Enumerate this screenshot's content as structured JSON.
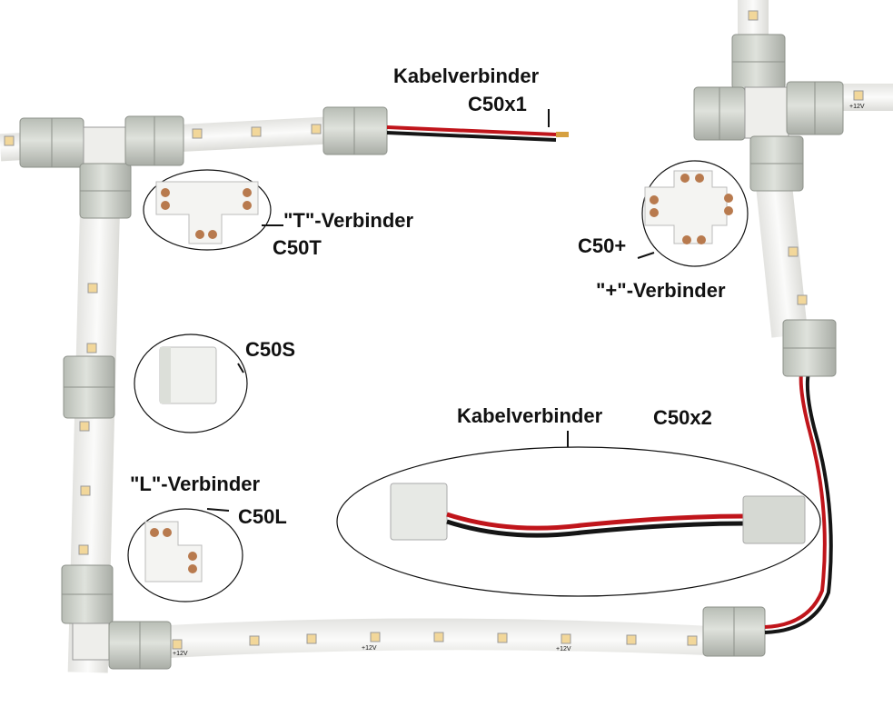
{
  "labels": {
    "kabelverbinder_1": "Kabelverbinder",
    "c50x1": "C50x1",
    "t_verbinder": "\"T\"-Verbinder",
    "c50t": "C50T",
    "c50plus": "C50+",
    "plus_verbinder": "\"+\"-Verbinder",
    "c50s": "C50S",
    "kabelverbinder_2": "Kabelverbinder",
    "c50x2": "C50x2",
    "l_verbinder": "\"L\"-Verbinder",
    "c50l": "C50L"
  },
  "strip_marking": "+12V",
  "colors": {
    "background": "#ffffff",
    "strip": "#f3f3f1",
    "connector": "#cfd3cc",
    "led": "#f2d79a",
    "copper": "#b87a4e",
    "wire_red": "#c0151b",
    "wire_black": "#151515"
  }
}
